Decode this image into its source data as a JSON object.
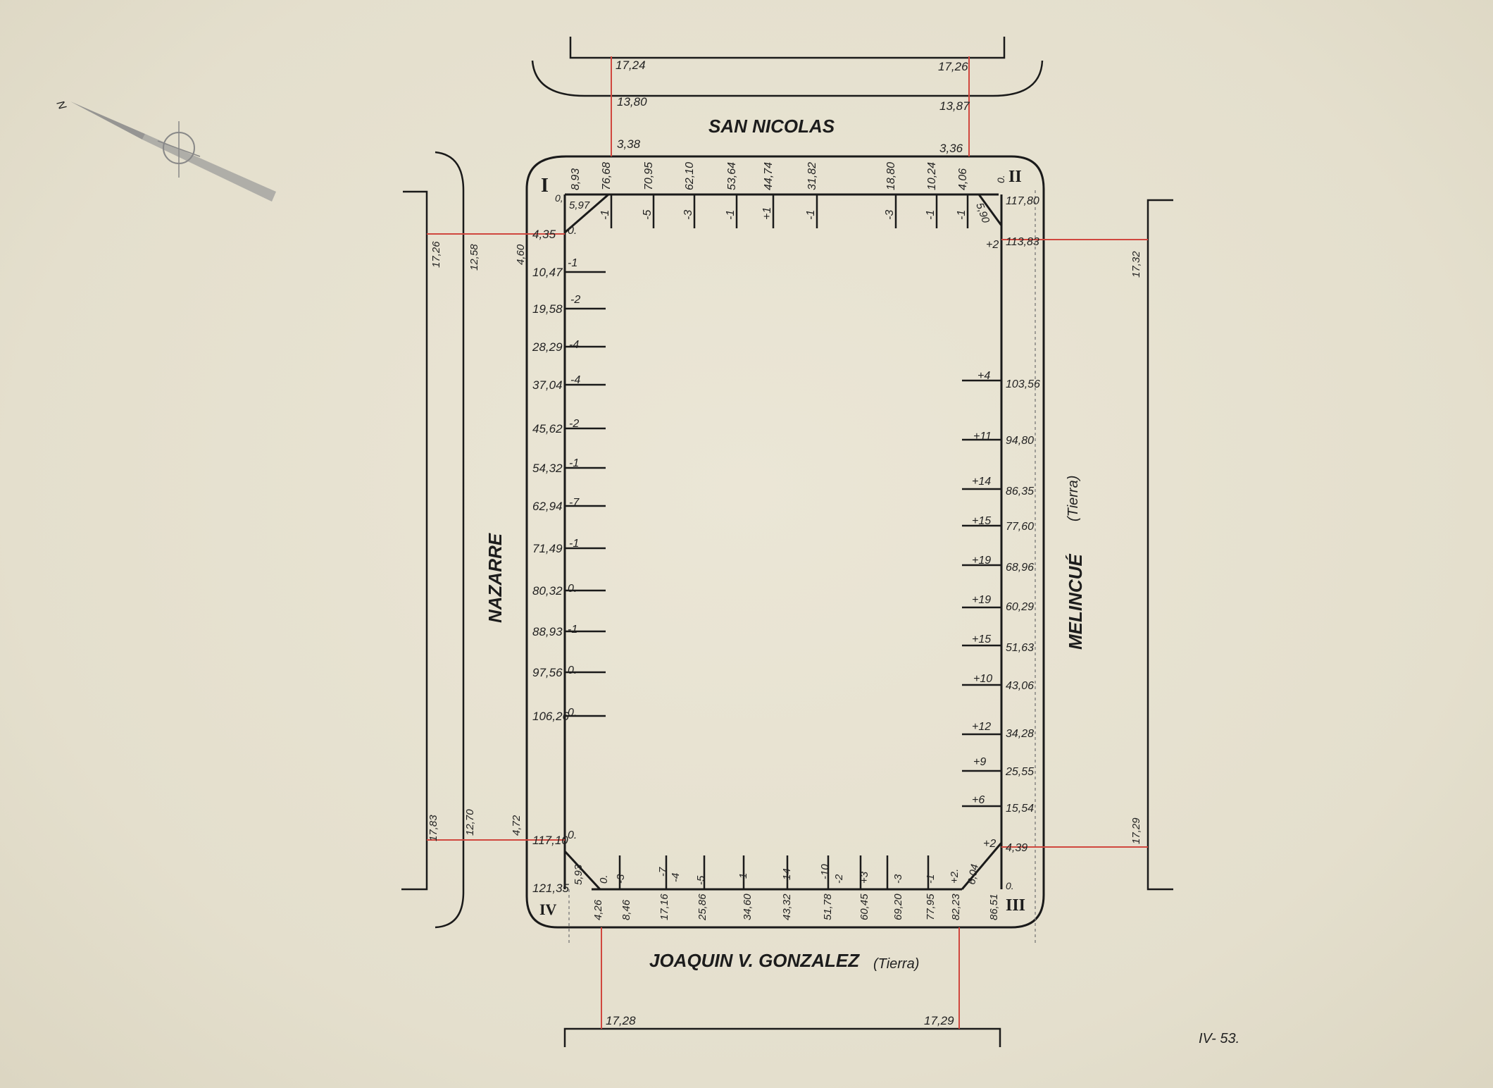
{
  "streets": {
    "north": "SAN NICOLAS",
    "west": "NAZARRE",
    "south": "JOAQUIN V. GONZALEZ",
    "south_note": "(Tierra)",
    "east": "MELINCUÉ",
    "east_note": "(Tierra)"
  },
  "corners": {
    "I": "I",
    "II": "II",
    "III": "III",
    "IV": "IV"
  },
  "sheet_code": "IV- 53.",
  "north_arrow_letter": "N",
  "north_street": {
    "outer_levels": [
      "17,24",
      "17,26"
    ],
    "curb_levels": [
      "13,80",
      "13,87"
    ],
    "offsets": [
      "3,38",
      "3,36"
    ],
    "distances": [
      "0,",
      "76,68",
      "70,95",
      "62,10",
      "53,64",
      "44,74",
      "31,82",
      "18,80",
      "10,24",
      "4,06"
    ],
    "corner_I_distance": "8,93",
    "differences": [
      "-1",
      "-5",
      "-3",
      "-1",
      "+1",
      "-1",
      "-3",
      "-1",
      "-1"
    ]
  },
  "west_street": {
    "outer_levels": [
      "17,26",
      "17,83"
    ],
    "curb_levels": [
      "12,58",
      "12,70"
    ],
    "offsets": [
      "4,60",
      "4,72"
    ],
    "distances": [
      "4,35",
      "10,47",
      "19,58",
      "28,29",
      "37,04",
      "45,62",
      "54,32",
      "62,94",
      "71,49",
      "80,32",
      "88,93",
      "97,56",
      "106,26",
      "117,10",
      "121,35"
    ],
    "differences": [
      "0.",
      "-1",
      "-2",
      "-4",
      "-4",
      "-2",
      "-1",
      "-7",
      "-1",
      "0.",
      "-1",
      "0.",
      "0.",
      "0."
    ],
    "chamfer_north": "5,97",
    "chamfer_south": "5,93"
  },
  "east_street": {
    "outer_levels": [
      "17,32",
      "17,29"
    ],
    "distances": [
      "117,80",
      "113,83",
      "103,56",
      "94,80",
      "86,35",
      "77,60",
      "68,96",
      "60,29",
      "51,63",
      "43,06",
      "34,28",
      "25,55",
      "15,54",
      "4,39"
    ],
    "differences": [
      "+2",
      "+4",
      "+11",
      "+14",
      "+15",
      "+19",
      "+19",
      "+15",
      "+10",
      "+12",
      "+9",
      "+6",
      "+2"
    ],
    "chamfer_north": "5,90",
    "chamfer_south": "6,04",
    "corner_zero": "0."
  },
  "south_street": {
    "outer_levels": [
      "17,28",
      "17,29"
    ],
    "distances": [
      "4,26",
      "8,46",
      "17,16",
      "25,86",
      "34,60",
      "43,32",
      "51,78",
      "60,45",
      "69,20",
      "77,95",
      "82,23",
      "86,51"
    ],
    "differences": [
      "0.",
      "-3",
      "-7",
      "-4",
      "-5",
      "-1",
      "-14",
      "-10",
      "-2",
      "+3",
      "-3",
      "-1",
      "+2."
    ],
    "corner_zero": "0."
  }
}
